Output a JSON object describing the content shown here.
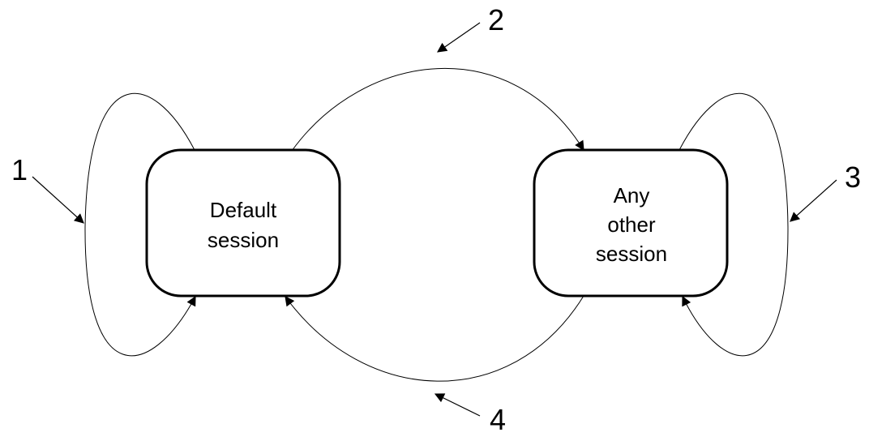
{
  "states": {
    "default": {
      "lines": [
        "Default",
        "session"
      ]
    },
    "other": {
      "lines": [
        "Any",
        "other",
        "session"
      ]
    }
  },
  "transitions": {
    "t1": {
      "label": "1"
    },
    "t2": {
      "label": "2"
    },
    "t3": {
      "label": "3"
    },
    "t4": {
      "label": "4"
    }
  },
  "colors": {
    "stroke": "#000000",
    "background": "#ffffff"
  }
}
